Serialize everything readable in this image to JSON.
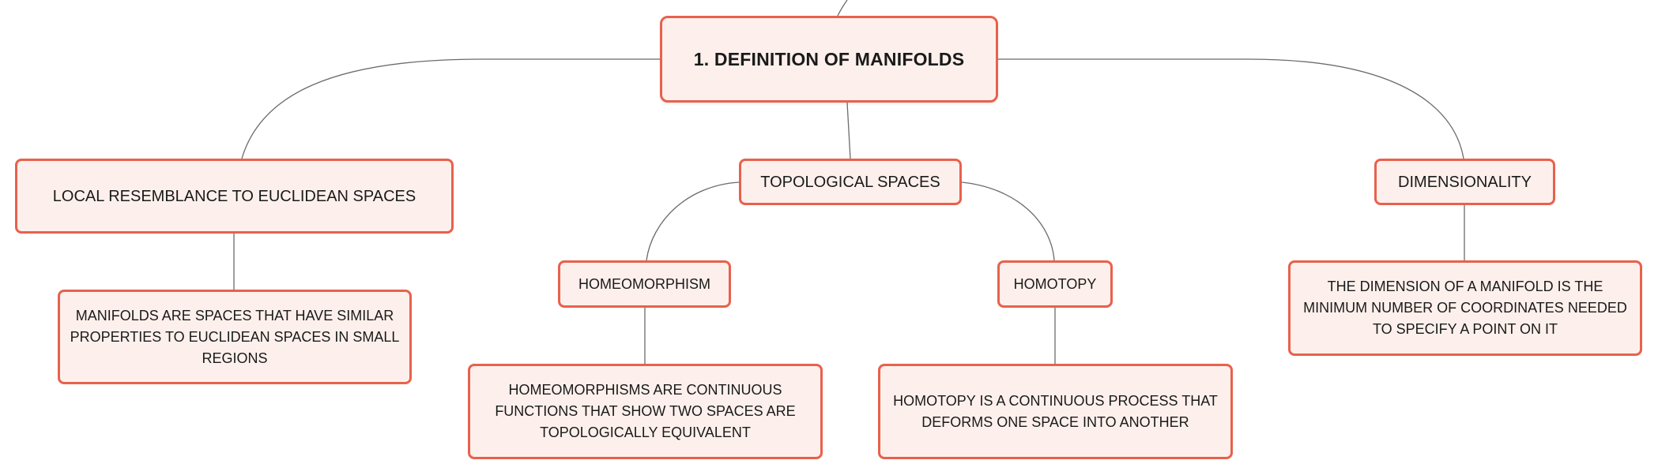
{
  "diagram": {
    "root": {
      "label": "1. DEFINITION OF MANIFOLDS"
    },
    "topics": {
      "local": {
        "label": "LOCAL RESEMBLANCE TO EUCLIDEAN SPACES",
        "detail": "MANIFOLDS ARE SPACES THAT HAVE SIMILAR PROPERTIES TO EUCLIDEAN SPACES IN SMALL REGIONS"
      },
      "topological": {
        "label": "TOPOLOGICAL SPACES",
        "subtopics": {
          "homeomorphism": {
            "label": "HOMEOMORPHISM",
            "detail": "HOMEOMORPHISMS ARE CONTINUOUS FUNCTIONS THAT SHOW TWO SPACES ARE TOPOLOGICALLY EQUIVALENT"
          },
          "homotopy": {
            "label": "HOMOTOPY",
            "detail": "HOMOTOPY IS A CONTINUOUS PROCESS THAT DEFORMS ONE SPACE INTO ANOTHER"
          }
        }
      },
      "dimensionality": {
        "label": "DIMENSIONALITY",
        "detail": "THE DIMENSION OF A MANIFOLD IS THE MINIMUM NUMBER OF COORDINATES NEEDED TO SPECIFY A POINT ON IT"
      }
    },
    "colors": {
      "node_border": "#e8614c",
      "node_fill": "#fdf0ec",
      "connector": "#6b6b6b",
      "text": "#1a1a1a"
    }
  }
}
